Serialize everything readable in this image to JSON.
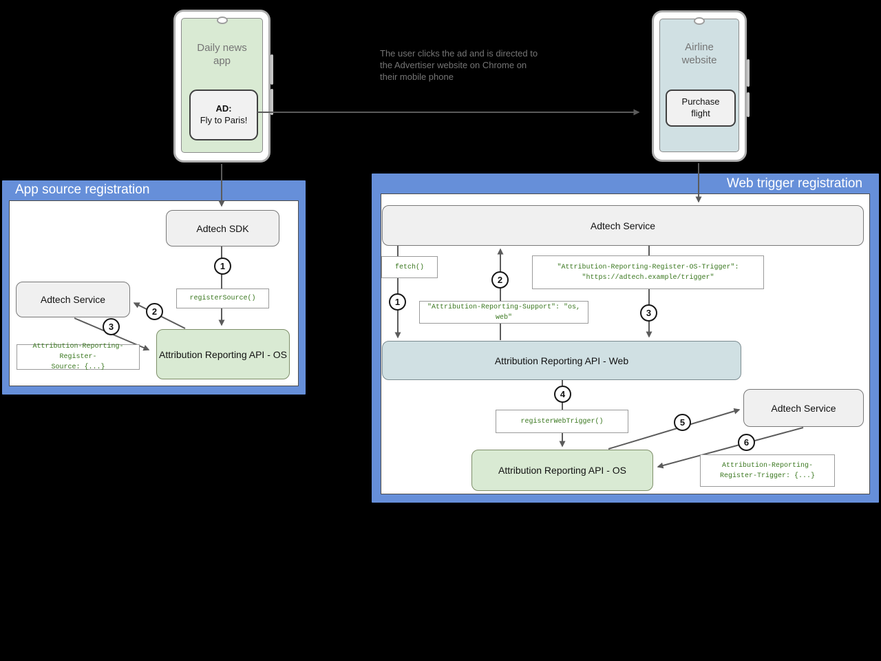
{
  "colors": {
    "panel_blue": "#668fd9",
    "node_grey_fill": "#f0f0f0",
    "node_green_fill": "#d9ead3",
    "node_cyan_fill": "#d0e0e3",
    "code_green": "#38761d",
    "arrow_grey": "#5b5b5b"
  },
  "phone_left": {
    "screen_label": "Daily news\napp",
    "ad_title": "AD:",
    "ad_body": "Fly to Paris!"
  },
  "phone_right": {
    "screen_label": "Airline\nwebsite",
    "button_label": "Purchase\nflight"
  },
  "annotation": "The user clicks the ad and is directed to\nthe Advertiser website on Chrome on\ntheir mobile phone",
  "app_source_panel": {
    "title": "App source registration",
    "adtech_sdk": "Adtech SDK",
    "register_source_call": "registerSource()",
    "adtech_service": "Adtech Service",
    "api_os": "Attribution Reporting API - OS",
    "register_source_header": "Attribution-Reporting-Register-\nSource: {...}",
    "steps": [
      "1",
      "2",
      "3"
    ]
  },
  "web_trigger_panel": {
    "title": "Web trigger registration",
    "adtech_service_top": "Adtech Service",
    "fetch_call": "fetch()",
    "os_trigger_header": "\"Attribution-Reporting-Register-OS-Trigger\":\n\"https://adtech.example/trigger\"",
    "support_header": "\"Attribution-Reporting-Support\": \"os, web\"",
    "api_web": "Attribution Reporting API - Web",
    "register_web_trigger_call": "registerWebTrigger()",
    "api_os": "Attribution Reporting API - OS",
    "adtech_service_right": "Adtech Service",
    "register_trigger_header": "Attribution-Reporting-\nRegister-Trigger: {...}",
    "steps": [
      "1",
      "2",
      "3",
      "4",
      "5",
      "6"
    ]
  }
}
